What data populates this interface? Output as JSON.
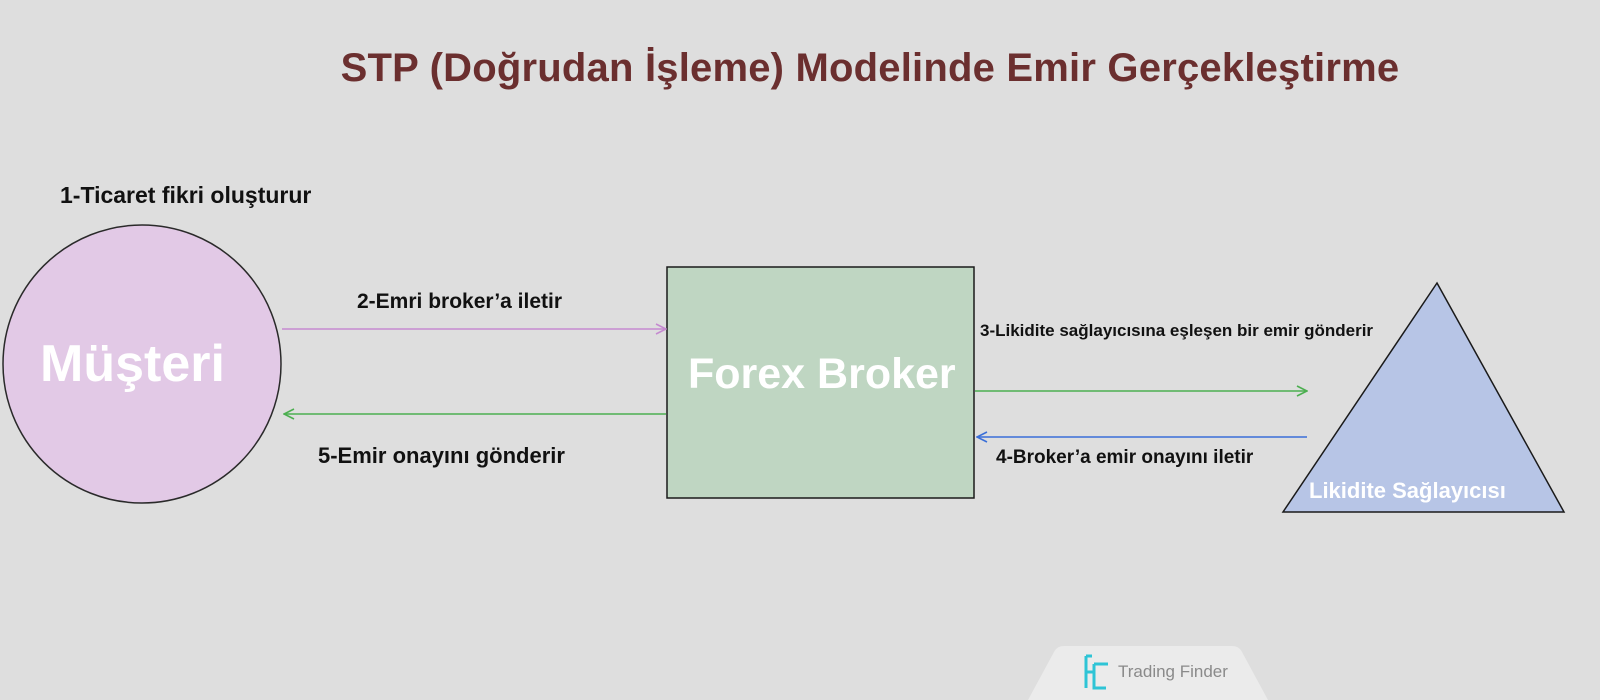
{
  "title": "STP (Doğrudan İşleme) Modelinde Emir Gerçekleştirme",
  "nodes": {
    "client": "Müşteri",
    "broker": "Forex Broker",
    "liquidity_provider": "Likidite Sağlayıcısı"
  },
  "steps": {
    "step1": "1-Ticaret fikri oluşturur",
    "step2": "2-Emri broker’a iletir",
    "step3": "3-Likidite sağlayıcısına eşleşen bir emir gönderir",
    "step4": "4-Broker’a emir onayını iletir",
    "step5": "5-Emir onayını gönderir"
  },
  "colors": {
    "title": "#6b2f2f",
    "client_fill": "#e2c9e6",
    "broker_fill": "#bfd6c2",
    "provider_fill": "#b7c5e6",
    "arrow_order": "#c58ad0",
    "arrow_green": "#4caf50",
    "arrow_blue": "#3a6fd8"
  },
  "watermark": {
    "text": "Trading Finder",
    "icon": "trading-finder-logo-icon"
  }
}
